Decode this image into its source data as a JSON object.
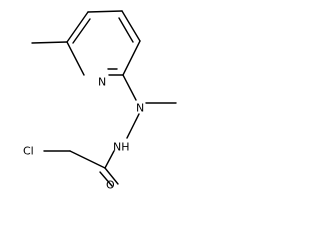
{
  "atoms": {
    "ring_n": "N",
    "hydrazine_n": "N",
    "nh": "NH",
    "cl": "Cl",
    "o": "O"
  }
}
